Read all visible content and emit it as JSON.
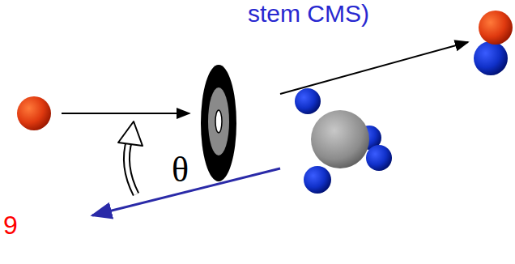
{
  "diagram": {
    "labels": [
      "stem CMS)",
      "θ",
      "9"
    ]
  }
}
